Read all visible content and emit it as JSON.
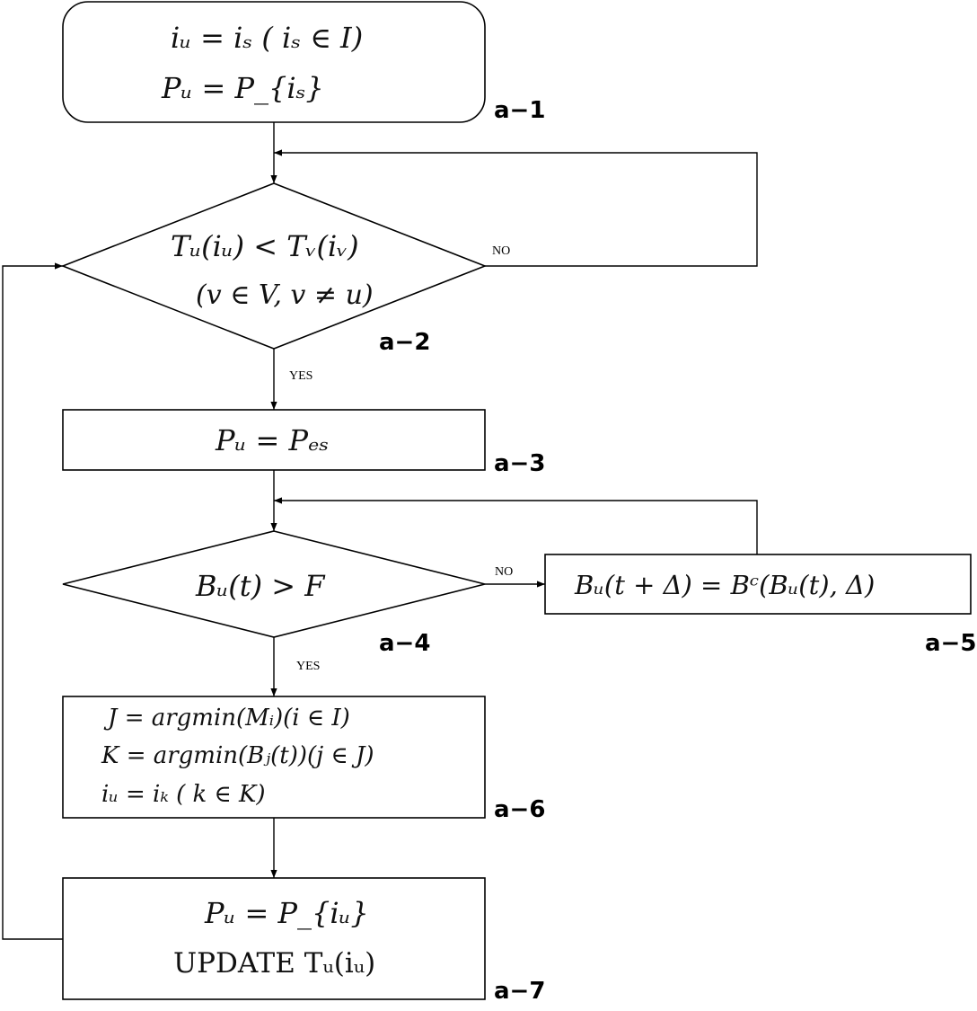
{
  "flowchart": {
    "a1": {
      "line1": "iᵤ = iₛ ( iₛ ∈ I)",
      "line2": "Pᵤ = P_{iₛ}",
      "tag": "a−1"
    },
    "a2": {
      "line1": "Tᵤ(iᵤ) < Tᵥ(iᵥ)",
      "line2": "(v ∈ V, v ≠ u)",
      "tag": "a−2",
      "no_label": "NO",
      "yes_label": "YES"
    },
    "a3": {
      "line1": "Pᵤ = Pₑₛ",
      "tag": "a−3"
    },
    "a4": {
      "line1": "Bᵤ(t) > F",
      "tag": "a−4",
      "no_label": "NO",
      "yes_label": "YES"
    },
    "a5": {
      "line1": "Bᵤ(t + Δ) = Bᶜ(Bᵤ(t), Δ)",
      "tag": "a−5"
    },
    "a6": {
      "line1": "J = argmin(Mᵢ)(i ∈ I)",
      "line2": "K = argmin(Bⱼ(t))(j ∈ J)",
      "line3": "iᵤ = iₖ ( k ∈ K)",
      "tag": "a−6"
    },
    "a7": {
      "line1": "Pᵤ = P_{iᵤ}",
      "line2": "UPDATE Tᵤ(iᵤ)",
      "tag": "a−7"
    }
  }
}
